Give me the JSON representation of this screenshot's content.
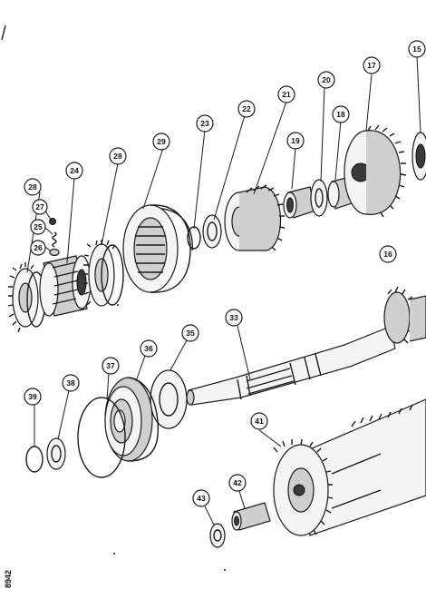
{
  "figure": {
    "reference_code": "8942"
  },
  "callouts": [
    {
      "id": "c15",
      "label": "15"
    },
    {
      "id": "c16",
      "label": "16"
    },
    {
      "id": "c17",
      "label": "17"
    },
    {
      "id": "c18",
      "label": "18"
    },
    {
      "id": "c19",
      "label": "19"
    },
    {
      "id": "c20",
      "label": "20"
    },
    {
      "id": "c21",
      "label": "21"
    },
    {
      "id": "c22",
      "label": "22"
    },
    {
      "id": "c23",
      "label": "23"
    },
    {
      "id": "c24",
      "label": "24"
    },
    {
      "id": "c25",
      "label": "25"
    },
    {
      "id": "c26",
      "label": "26"
    },
    {
      "id": "c27",
      "label": "27"
    },
    {
      "id": "c28a",
      "label": "28"
    },
    {
      "id": "c28b",
      "label": "28"
    },
    {
      "id": "c29",
      "label": "29"
    },
    {
      "id": "c33",
      "label": "33"
    },
    {
      "id": "c35",
      "label": "35"
    },
    {
      "id": "c36",
      "label": "36"
    },
    {
      "id": "c37",
      "label": "37"
    },
    {
      "id": "c38",
      "label": "38"
    },
    {
      "id": "c39",
      "label": "39"
    },
    {
      "id": "c41",
      "label": "41"
    },
    {
      "id": "c42",
      "label": "42"
    },
    {
      "id": "c43",
      "label": "43"
    }
  ]
}
